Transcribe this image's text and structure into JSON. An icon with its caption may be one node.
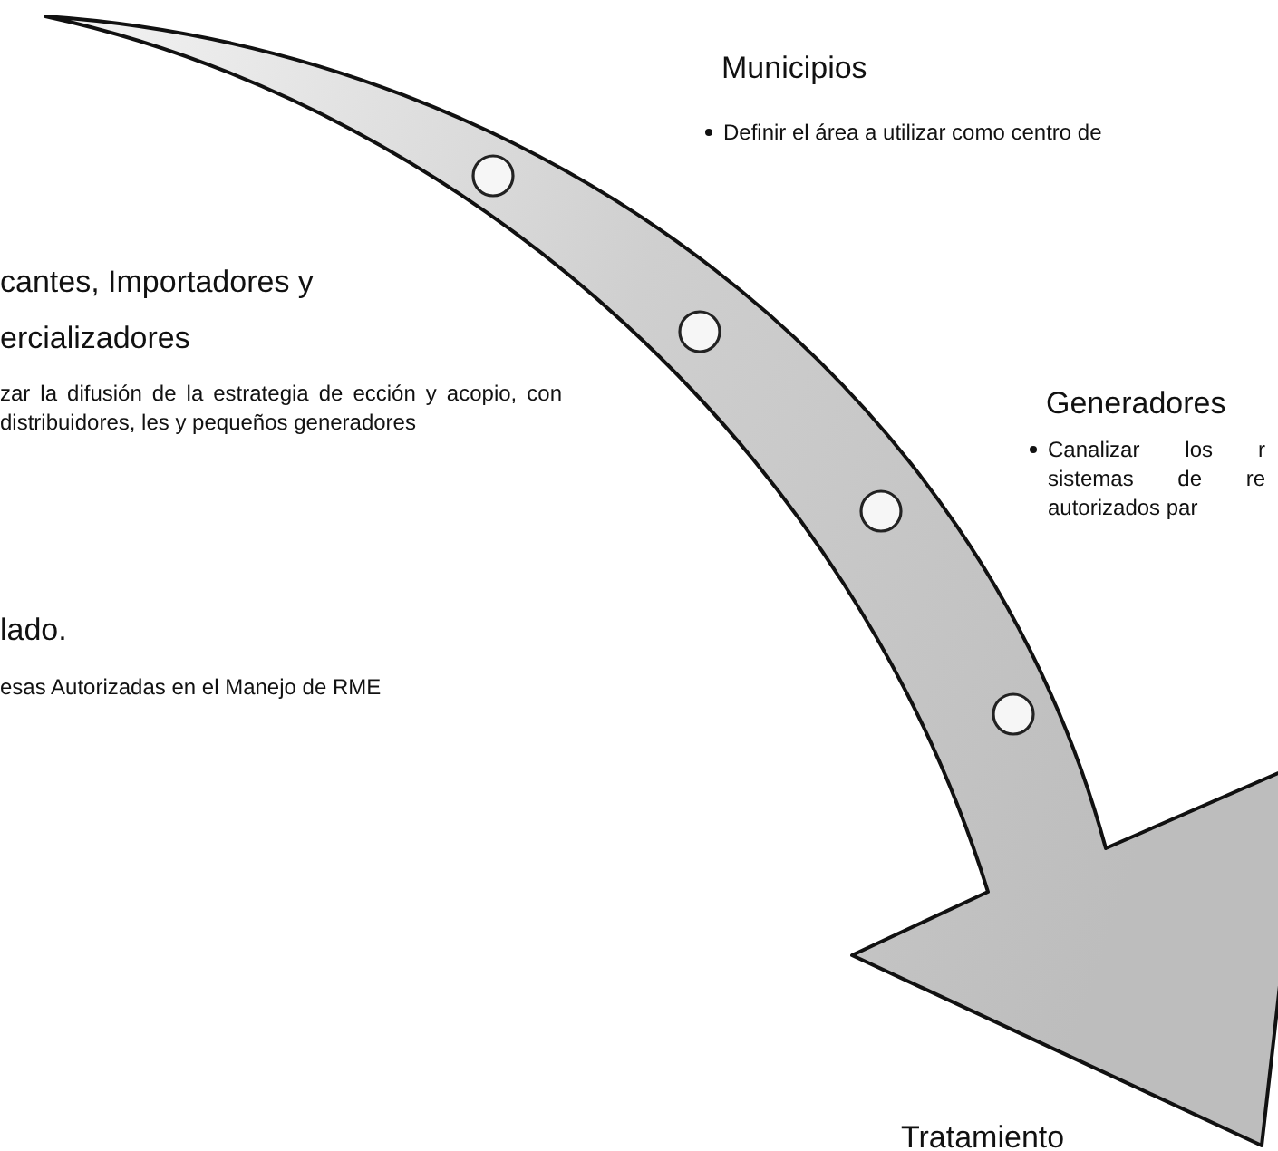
{
  "diagram": {
    "labels": [
      "Municipios",
      "Definir el área a utilizar como centro de",
      "cantes, Importadores y ercializadores",
      "zar la difusión de la estrategia de ección y acopio, con distribuidores, les y pequeños generadores",
      "Generadores",
      "Canalizar los r sistemas de re autorizados par",
      "lado.",
      "esas Autorizadas en el Manejo de RME",
      "Tratamiento"
    ]
  }
}
